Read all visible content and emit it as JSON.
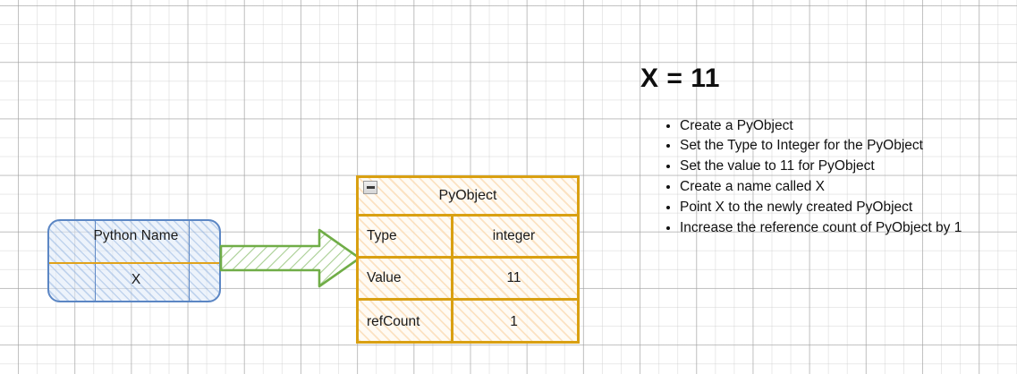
{
  "diagram": {
    "name_box": {
      "title": "Python Name",
      "value": "X",
      "border_color": "#5B86C4",
      "divider_color": "#E0A21B"
    },
    "arrow": {
      "icon": "block-arrow-right-icon",
      "border_color": "#70AD47",
      "fill_color": "#E3EFDA"
    },
    "object_box": {
      "title": "PyObject",
      "collapse_icon": "collapse-minus-icon",
      "border_color": "#D9A012",
      "rows": [
        {
          "key": "Type",
          "value": "integer"
        },
        {
          "key": "Value",
          "value": "11"
        },
        {
          "key": "refCount",
          "value": "1"
        }
      ]
    }
  },
  "notes": {
    "title": "X = 11",
    "bullets": [
      "Create a PyObject",
      "Set the Type to Integer for the PyObject",
      "Set the value to 11 for PyObject",
      "Create a name called X",
      "Point X to the newly created PyObject",
      "Increase the reference count of PyObject by 1"
    ]
  }
}
